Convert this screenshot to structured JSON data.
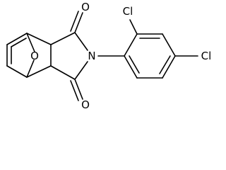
{
  "molecule": {
    "atoms": {
      "oxygen_bridge": "O",
      "oxygen_top": "O",
      "oxygen_bottom": "O",
      "nitrogen": "N",
      "chlorine_ortho": "Cl",
      "chlorine_para": "Cl"
    }
  }
}
